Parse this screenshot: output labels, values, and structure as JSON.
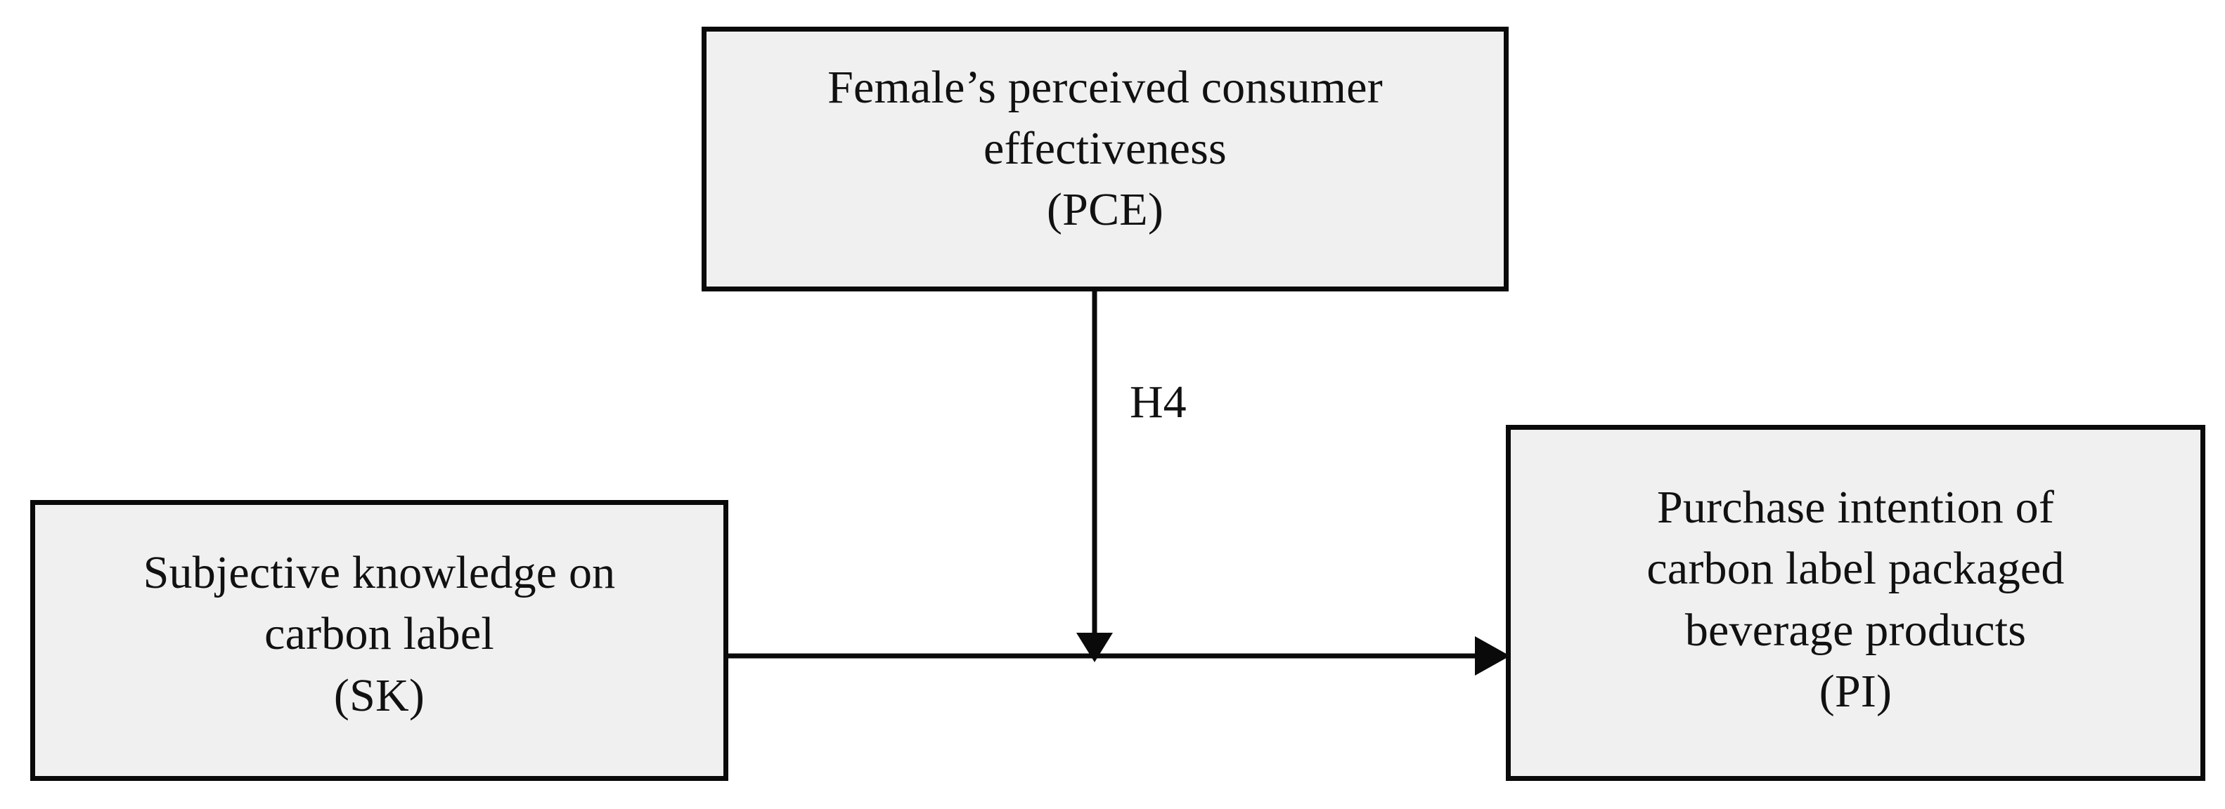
{
  "diagram": {
    "type": "conceptual-research-model",
    "background_color": "#ffffff",
    "node_fill_color": "#f0f0f0",
    "node_border_color": "#0a0a0a",
    "text_color": "#111111",
    "nodes": [
      {
        "id": "pce",
        "abbreviation": "PCE",
        "lines": [
          "Female’s perceived consumer",
          "effectiveness",
          "(PCE)"
        ],
        "line1": "Female’s perceived consumer",
        "line2": "effectiveness",
        "line3": "(PCE)"
      },
      {
        "id": "sk",
        "abbreviation": "SK",
        "lines": [
          "Subjective knowledge on",
          "carbon label",
          "(SK)"
        ],
        "line1": "Subjective knowledge on",
        "line2": "carbon label",
        "line3": "(SK)"
      },
      {
        "id": "pi",
        "abbreviation": "PI",
        "lines": [
          "Purchase intention of",
          "carbon label packaged",
          "beverage products",
          "(PI)"
        ],
        "line1": "Purchase intention of",
        "line2": "carbon label packaged",
        "line3": "beverage products",
        "line4": "(PI)"
      }
    ],
    "edges": [
      {
        "id": "sk-to-pi",
        "from": "sk",
        "to": "pi",
        "label": "",
        "orientation": "horizontal",
        "arrowhead": "right"
      },
      {
        "id": "pce-to-sk-pi-path",
        "from": "pce",
        "to": "sk-to-pi",
        "label": "H4",
        "orientation": "vertical",
        "arrowhead": "down",
        "role": "moderator"
      }
    ]
  }
}
